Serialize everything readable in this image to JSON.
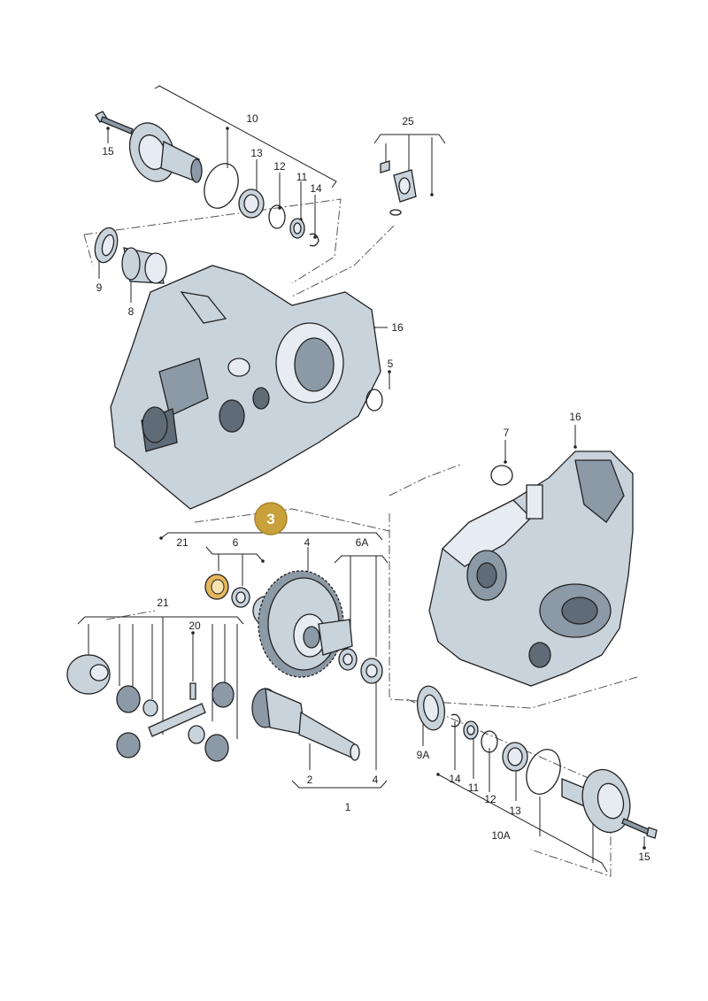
{
  "diagram": {
    "highlight_badge": "3",
    "labels": {
      "l10": "10",
      "l15a": "15",
      "l13a": "13",
      "l12a": "12",
      "l11a": "11",
      "l14a": "14",
      "l25": "25",
      "l9": "9",
      "l8": "8",
      "l16a": "16",
      "l5": "5",
      "l7": "7",
      "l16b": "16",
      "l21a": "21",
      "l6": "6",
      "l4a": "4",
      "l6A": "6A",
      "l21b": "21",
      "l20": "20",
      "l2": "2",
      "l4b": "4",
      "l1": "1",
      "l9A": "9A",
      "l14b": "14",
      "l11b": "11",
      "l12b": "12",
      "l13b": "13",
      "l10A": "10A",
      "l15b": "15"
    },
    "colors": {
      "highlight": "#c9a13a",
      "part_fill": "#c9d3dc"
    }
  }
}
